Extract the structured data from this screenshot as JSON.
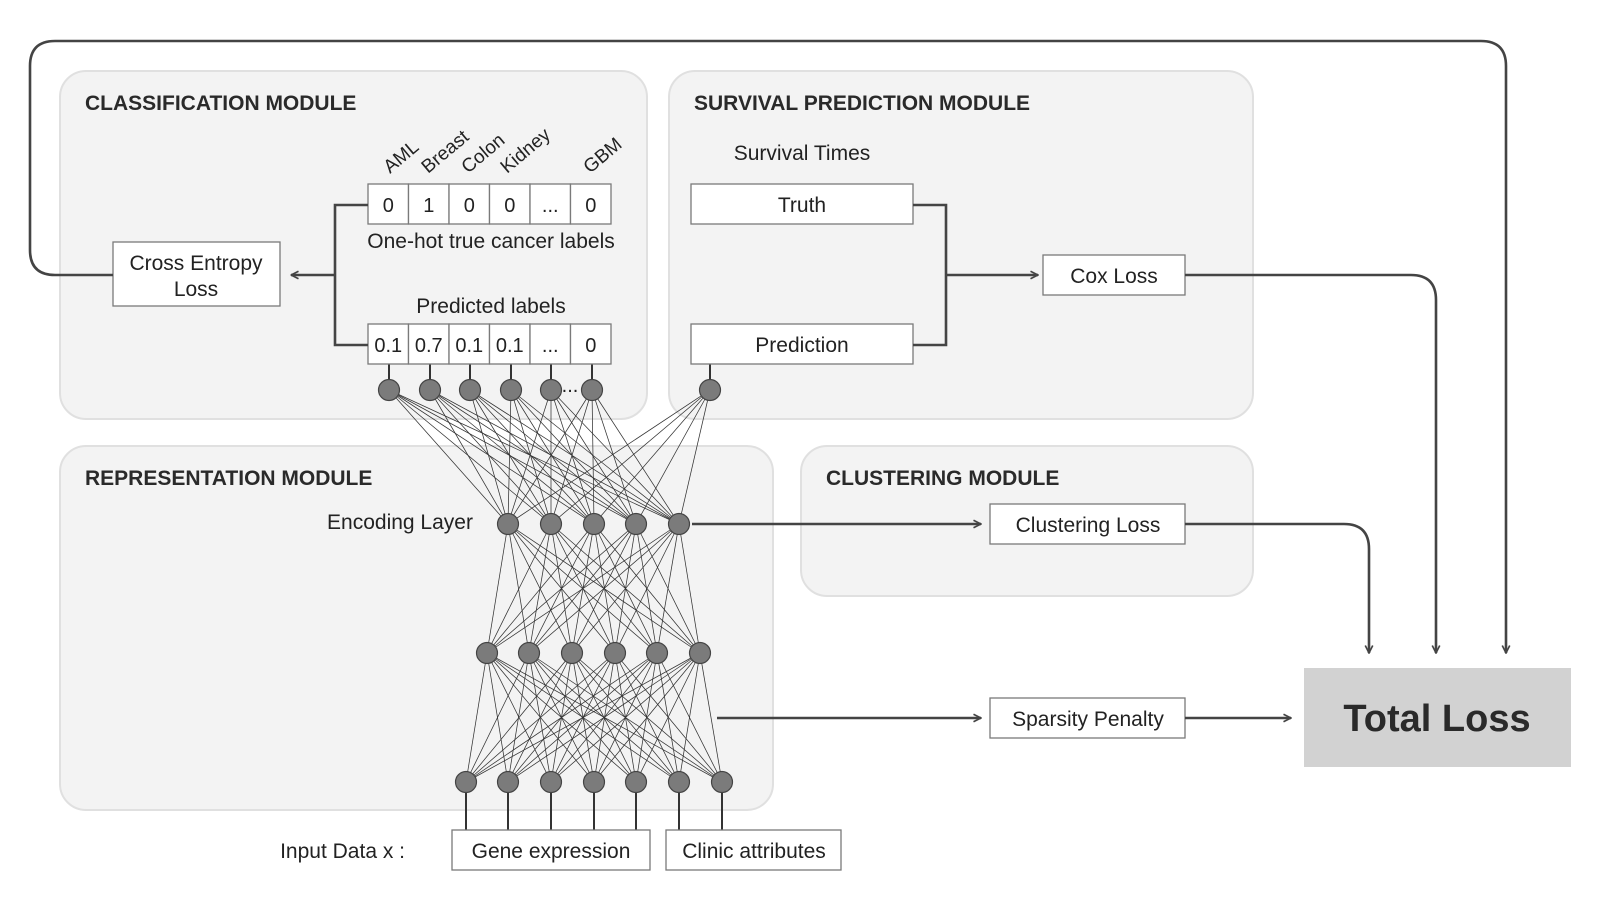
{
  "modules": {
    "classification": "CLASSIFICATION MODULE",
    "survival": "SURVIVAL PREDICTION MODULE",
    "representation": "REPRESENTATION MODULE",
    "clustering": "CLUSTERING MODULE"
  },
  "classification": {
    "categories": [
      "AML",
      "Breast",
      "Colon",
      "Kidney",
      "GBM"
    ],
    "true_values": [
      "0",
      "1",
      "0",
      "0",
      "...",
      "0"
    ],
    "true_caption": "One-hot true cancer labels",
    "pred_caption": "Predicted labels",
    "pred_values": [
      "0.1",
      "0.7",
      "0.1",
      "0.1",
      "...",
      "0"
    ],
    "node_ellipsis": "...",
    "loss_line1": "Cross Entropy",
    "loss_line2": "Loss"
  },
  "survival": {
    "heading": "Survival Times",
    "truth": "Truth",
    "prediction": "Prediction",
    "loss": "Cox Loss"
  },
  "representation": {
    "encoding_label": "Encoding Layer"
  },
  "clustering": {
    "loss": "Clustering Loss"
  },
  "sparsity": "Sparsity Penalty",
  "total_loss": "Total Loss",
  "input": {
    "label": "Input Data x :",
    "gene": "Gene expression",
    "clinic": "Clinic attributes"
  }
}
